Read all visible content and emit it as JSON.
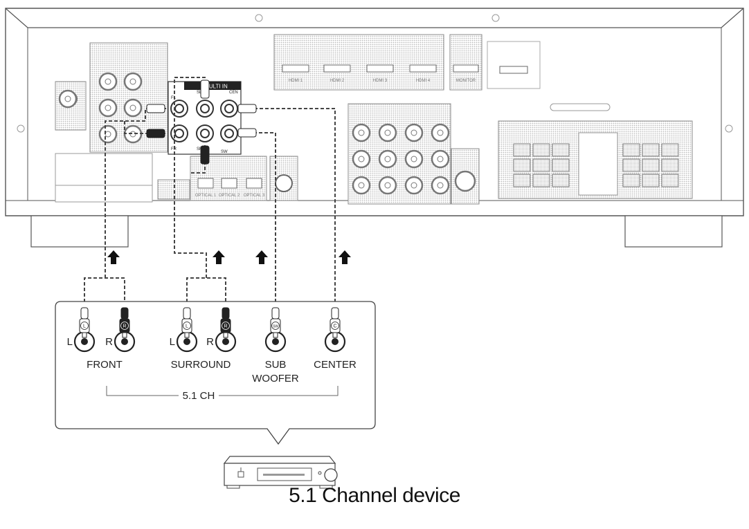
{
  "caption": "5.1 Channel device",
  "receiver": {
    "multi_in": {
      "heading": "MULTI IN",
      "jacks": [
        {
          "id": "FL",
          "label": "FL"
        },
        {
          "id": "FR",
          "label": "FR"
        },
        {
          "id": "SL",
          "label": "SL"
        },
        {
          "id": "SR",
          "label": "SR"
        },
        {
          "id": "CEN",
          "label": "CEN"
        },
        {
          "id": "SW",
          "label": "SW"
        }
      ]
    },
    "hdmi_labels": [
      "HDMI 1",
      "HDMI 2",
      "HDMI 3",
      "HDMI 4",
      "MONITOR"
    ],
    "optical_labels": [
      "OPTICAL 1",
      "OPTICAL 2",
      "OPTICAL 3"
    ]
  },
  "source_panel": {
    "groups": [
      {
        "name": "FRONT",
        "jacks": [
          {
            "side": "L",
            "plug": "L",
            "dark": false
          },
          {
            "side": "R",
            "plug": "R",
            "dark": true
          }
        ]
      },
      {
        "name": "SURROUND",
        "jacks": [
          {
            "side": "L",
            "plug": "L",
            "dark": false
          },
          {
            "side": "R",
            "plug": "R",
            "dark": true
          }
        ]
      },
      {
        "name": "SUB\nWOOFER",
        "jacks": [
          {
            "side": "",
            "plug": "SW",
            "dark": false
          }
        ]
      },
      {
        "name": "CENTER",
        "jacks": [
          {
            "side": "",
            "plug": "C",
            "dark": false
          }
        ]
      }
    ],
    "bracket_label": "5.1 CH"
  },
  "plug_letters": {
    "L": "L",
    "R": "R",
    "SW": "SW",
    "C": "C"
  },
  "colors": {
    "line": "#444444",
    "panel_fill": "#ffffff",
    "hatch": "#cfcfcf",
    "dark_plug": "#222222"
  },
  "icons": [
    "upload-arrow-icon",
    "device-icon"
  ]
}
